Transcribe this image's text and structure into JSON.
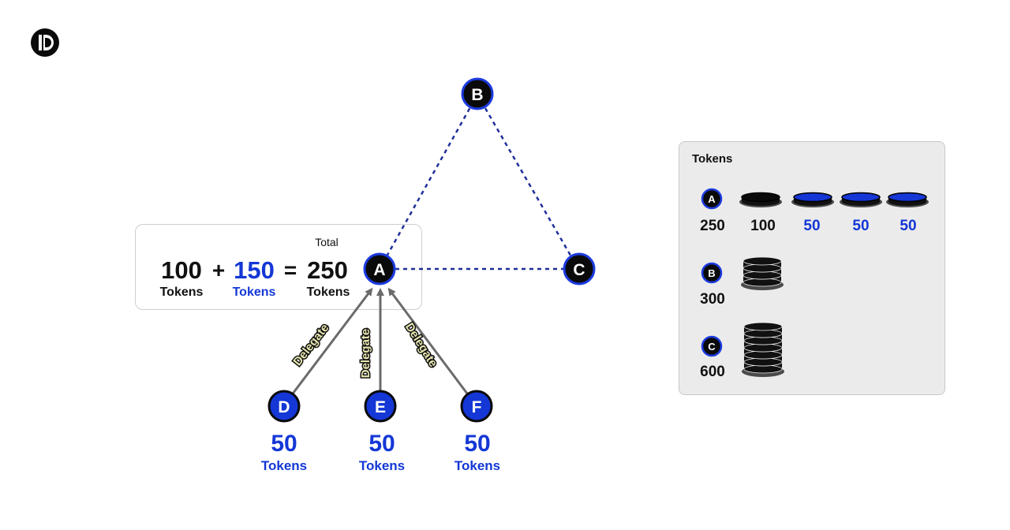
{
  "colors": {
    "node_fill": "#0a0a0a",
    "node_ring": "#1c3be0",
    "accent_blue": "#1437d6",
    "edge_dashed": "#1f2f9a",
    "arrow": "#6b6b6b",
    "label_text": "#e8e6b0",
    "panel_bg": "#ebebeb"
  },
  "logo": {
    "icon": "d-circle-logo-icon"
  },
  "nodes": [
    {
      "id": "B",
      "label": "B"
    },
    {
      "id": "A",
      "label": "A"
    },
    {
      "id": "C",
      "label": "C"
    },
    {
      "id": "D",
      "label": "D",
      "amount": "50",
      "unit": "Tokens"
    },
    {
      "id": "E",
      "label": "E",
      "amount": "50",
      "unit": "Tokens"
    },
    {
      "id": "F",
      "label": "F",
      "amount": "50",
      "unit": "Tokens"
    }
  ],
  "delegations": [
    {
      "from": "D",
      "to": "A",
      "label": "Delegate"
    },
    {
      "from": "E",
      "to": "A",
      "label": "Delegate"
    },
    {
      "from": "F",
      "to": "A",
      "label": "Delegate"
    }
  ],
  "equation": {
    "own_amount": "100",
    "own_unit": "Tokens",
    "plus": "+",
    "delegated_amount": "150",
    "delegated_unit": "Tokens",
    "equals": "=",
    "total_label": "Total",
    "total_amount": "250",
    "total_unit": "Tokens"
  },
  "legend": {
    "title": "Tokens",
    "rows": [
      {
        "node": "A",
        "total": "250",
        "coins": [
          {
            "value": "100",
            "kind": "own"
          },
          {
            "value": "50",
            "kind": "delegated"
          },
          {
            "value": "50",
            "kind": "delegated"
          },
          {
            "value": "50",
            "kind": "delegated"
          }
        ]
      },
      {
        "node": "B",
        "total": "300",
        "stack_size": 3
      },
      {
        "node": "C",
        "total": "600",
        "stack_size": 6
      }
    ]
  }
}
